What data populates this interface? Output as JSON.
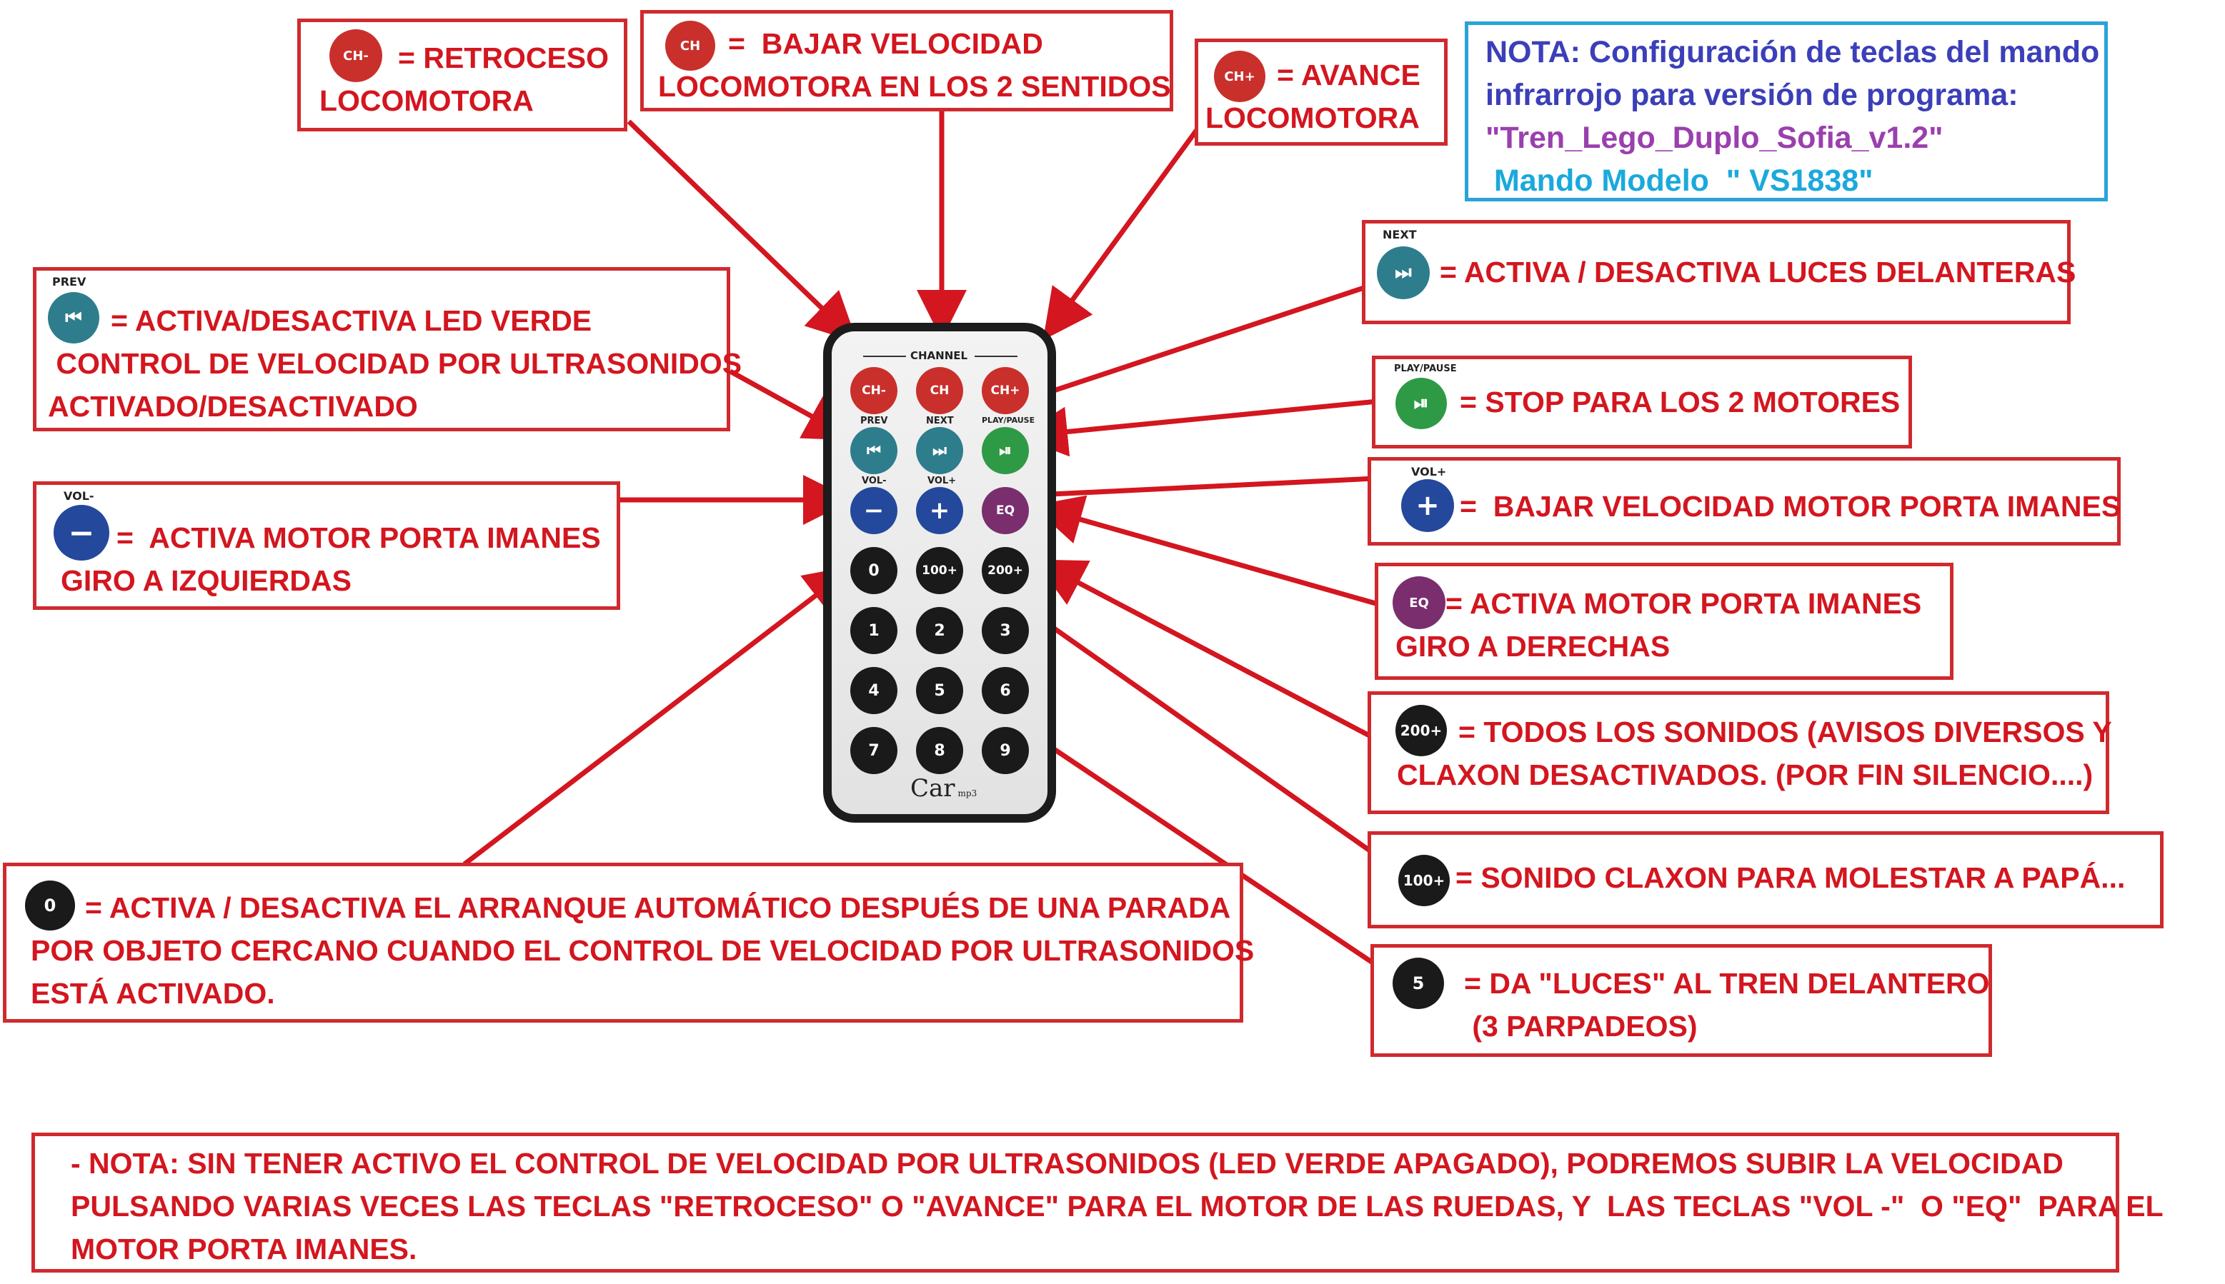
{
  "note_box": {
    "line1": "NOTA: Configuración de teclas del mando",
    "line2": "infrarrojo para versión de programa:",
    "line3": "\"Tren_Lego_Duplo_Sofia_v1.2\"",
    "line4": " Mando Modelo  \" VS1838\"",
    "colors": {
      "blue": "#3b3fb8",
      "purple": "#9b3fae",
      "cyan": "#1aa9dc"
    }
  },
  "labels": {
    "retroceso": {
      "line1": "= RETROCESO",
      "line2": "LOCOMOTORA"
    },
    "bajar_vel": {
      "line1": "=  BAJAR VELOCIDAD",
      "line2": "LOCOMOTORA EN LOS 2 SENTIDOS"
    },
    "avance": {
      "line1": "= AVANCE",
      "line2": "LOCOMOTORA"
    },
    "luces": {
      "line1": "= ACTIVA / DESACTIVA LUCES DELANTERAS"
    },
    "led_verde": {
      "line1": "= ACTIVA/DESACTIVA LED VERDE",
      "line2": " CONTROL DE VELOCIDAD POR ULTRASONIDOS",
      "line3": "ACTIVADO/DESACTIVADO"
    },
    "stop": {
      "line1": "= STOP PARA LOS 2 MOTORES"
    },
    "bajar_iman": {
      "line1": "=  BAJAR VELOCIDAD MOTOR PORTA IMANES"
    },
    "izquierdas": {
      "line1": "=  ACTIVA MOTOR PORTA IMANES",
      "line2": "GIRO A IZQUIERDAS"
    },
    "derechas": {
      "line1": "= ACTIVA MOTOR PORTA IMANES",
      "line2": "GIRO A DERECHAS"
    },
    "sonidos": {
      "line1": "= TODOS LOS SONIDOS (AVISOS DIVERSOS Y",
      "line2": "CLAXON DESACTIVADOS. (POR FIN SILENCIO....)"
    },
    "claxon": {
      "line1": "= SONIDO CLAXON PARA MOLESTAR A PAPÁ..."
    },
    "luces_tren": {
      "line1": "= DA \"LUCES\" AL TREN DELANTERO",
      "line2": " (3 PARPADEOS)"
    },
    "arranque": {
      "line1": "= ACTIVA / DESACTIVA EL ARRANQUE AUTOMÁTICO DESPUÉS DE UNA PARADA",
      "line2": "POR OBJETO CERCANO CUANDO EL CONTROL DE VELOCIDAD POR ULTRASONIDOS",
      "line3": "ESTÁ ACTIVADO."
    },
    "nota_final": {
      "line1": "- NOTA: SIN TENER ACTIVO EL CONTROL DE VELOCIDAD POR ULTRASONIDOS (LED VERDE APAGADO), PODREMOS SUBIR LA VELOCIDAD",
      "line2": "PULSANDO VARIAS VECES LAS TECLAS \"RETROCESO\" O \"AVANCE\" PARA EL MOTOR DE LAS RUEDAS, Y  LAS TECLAS \"VOL -\"  O \"EQ\"  PARA EL",
      "line3": "MOTOR PORTA IMANES."
    }
  },
  "icons": {
    "ch_minus": "CH-",
    "ch": "CH",
    "ch_plus": "CH+",
    "next_caption": "NEXT",
    "prev_caption": "PREV",
    "play_caption": "PLAY/PAUSE",
    "vol_minus_caption": "VOL-",
    "vol_plus_caption": "VOL+",
    "eq": "EQ",
    "b200": "200+",
    "b100": "100+",
    "b0": "0",
    "b5": "5"
  },
  "remote": {
    "channel_caption": "CHANNEL",
    "row1": [
      "CH-",
      "CH",
      "CH+"
    ],
    "row2_captions": [
      "PREV",
      "NEXT",
      "PLAY/PAUSE"
    ],
    "row3_captions": [
      "VOL-",
      "VOL+"
    ],
    "eq": "EQ",
    "row4": [
      "0",
      "100+",
      "200+"
    ],
    "row5": [
      "1",
      "2",
      "3"
    ],
    "row6": [
      "4",
      "5",
      "6"
    ],
    "row7": [
      "7",
      "8",
      "9"
    ],
    "brand": "Car",
    "brand_sub": "mp3"
  },
  "colors": {
    "label_red": "#d3161f",
    "border_red": "#cf2a2e",
    "note_border": "#2aa3d8",
    "btn_red": "#c9302c",
    "btn_teal": "#2e7d8c",
    "btn_green": "#2f9a45",
    "btn_blue": "#24489c",
    "btn_purple": "#7a2e6e",
    "btn_black": "#1a1a1a"
  }
}
